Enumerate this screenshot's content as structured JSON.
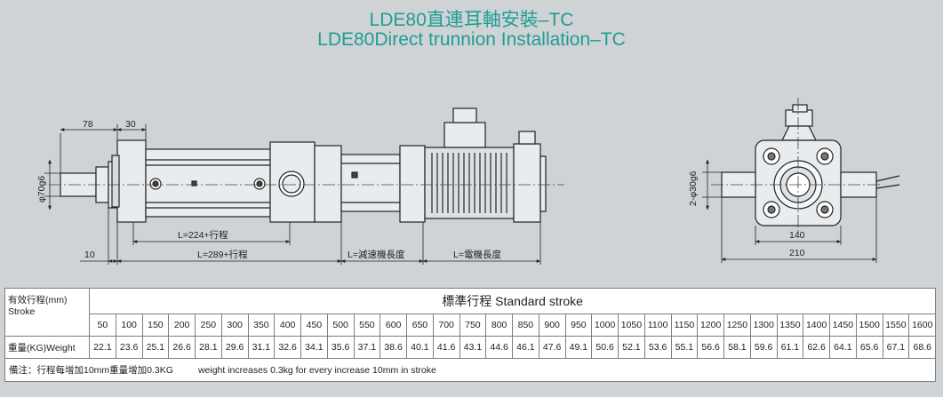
{
  "title": {
    "zh": "LDE80直連耳軸安裝–TC",
    "en": "LDE80Direct trunnion Installation–TC"
  },
  "dimensions": {
    "d78": "78",
    "d30": "30",
    "d10": "10",
    "dia70": "φ70g6",
    "len224": "L=224+行程",
    "len289": "L=289+行程",
    "reducer": "L=減速機長度",
    "motor": "L=電機長度",
    "dia30": "2-φ30g6",
    "w140": "140",
    "w210": "210"
  },
  "table": {
    "stroke_label_zh": "有效行程(mm)",
    "stroke_label_en": "Stroke",
    "header": "標準行程   Standard stroke",
    "weight_label": "重量(KG)Weight",
    "strokes": [
      "50",
      "100",
      "150",
      "200",
      "250",
      "300",
      "350",
      "400",
      "450",
      "500",
      "550",
      "600",
      "650",
      "700",
      "750",
      "800",
      "850",
      "900",
      "950",
      "1000",
      "1050",
      "1100",
      "1150",
      "1200",
      "1250",
      "1300",
      "1350",
      "1400",
      "1450",
      "1500",
      "1550",
      "1600"
    ],
    "weights": [
      "22.1",
      "23.6",
      "25.1",
      "26.6",
      "28.1",
      "29.6",
      "31.1",
      "32.6",
      "34.1",
      "35.6",
      "37.1",
      "38.6",
      "40.1",
      "41.6",
      "43.1",
      "44.6",
      "46.1",
      "47.6",
      "49.1",
      "50.6",
      "52.1",
      "53.6",
      "55.1",
      "56.6",
      "58.1",
      "59.6",
      "61.1",
      "62.6",
      "64.1",
      "65.6",
      "67.1",
      "68.6"
    ],
    "note_zh": "備注：行程每增加10mm重量增加0.3KG",
    "note_en": "weight increases 0.3kg for every increase 10mm in stroke"
  }
}
